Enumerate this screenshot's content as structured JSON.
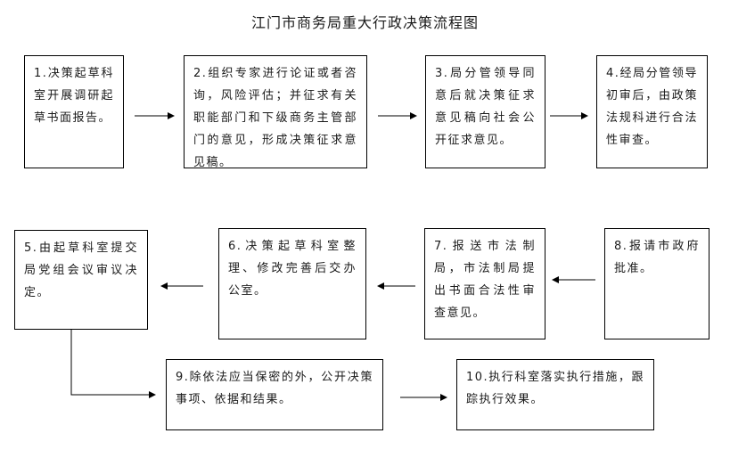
{
  "title": "江门市商务局重大行政决策流程图",
  "steps": [
    {
      "text": "1.决策起草科室开展调研起草书面报告。"
    },
    {
      "text": "2.组织专家进行论证或者咨询，风险评估；并征求有关职能部门和下级商务主管部门的意见，形成决策征求意见稿。"
    },
    {
      "text": "3.局分管领导同意后就决策征求意见稿向社会公开征求意见。"
    },
    {
      "text": "4.经局分管领导初审后，由政策法规科进行合法性审查。"
    },
    {
      "text": "5.由起草科室提交局党组会议审议决定。"
    },
    {
      "text": "6.决策起草科室整理、修改完善后交办公室。"
    },
    {
      "text": "7.报送市法制局，市法制局提出书面合法性审查意见。"
    },
    {
      "text": "8.报请市政府批准。"
    },
    {
      "text": "9.除依法应当保密的外，公开决策事项、依据和结果。"
    },
    {
      "text": "10.执行科室落实执行措施，跟踪执行效果。"
    }
  ]
}
